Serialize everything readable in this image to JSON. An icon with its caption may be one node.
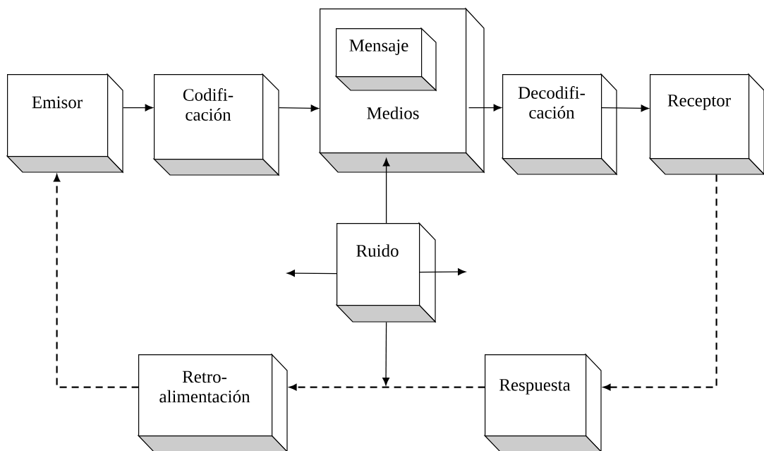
{
  "diagram": {
    "nodes": [
      {
        "text": [
          "Emisor"
        ]
      },
      {
        "text": [
          "Codifi- cación"
        ]
      },
      {
        "text": [
          "Medios"
        ]
      },
      {
        "text": [
          "Mensaje"
        ],
        "in": 2
      },
      {
        "text": [
          "Decodifi- cación"
        ]
      },
      {
        "text": [
          "Receptor"
        ]
      },
      {
        "text": [
          "Ruido"
        ]
      },
      {
        "text": [
          "Respuesta"
        ]
      },
      {
        "text": [
          "Retro- alimentación"
        ]
      }
    ],
    "edges": [
      {
        "from": 0,
        "to": 1,
        "arrow": "to"
      },
      {
        "from": 1,
        "to": 2,
        "arrow": "to"
      },
      {
        "from": 2,
        "to": 4,
        "arrow": "to"
      },
      {
        "from": 4,
        "to": 5,
        "arrow": "to"
      },
      {
        "from": 6,
        "to": 2,
        "arrow": "to"
      },
      {
        "from": 6,
        "to": null,
        "arrow": "to"
      },
      {
        "from": 6,
        "to": null,
        "arrow": "to"
      },
      {
        "from": 6,
        "to": null,
        "arrow": "to"
      },
      {
        "from": 5,
        "to": 7,
        "arrow": "to",
        "style": "dashed"
      },
      {
        "from": 7,
        "to": 8,
        "arrow": "to",
        "style": "dashed"
      },
      {
        "from": 8,
        "to": 0,
        "arrow": "to",
        "style": "dashed"
      }
    ]
  }
}
